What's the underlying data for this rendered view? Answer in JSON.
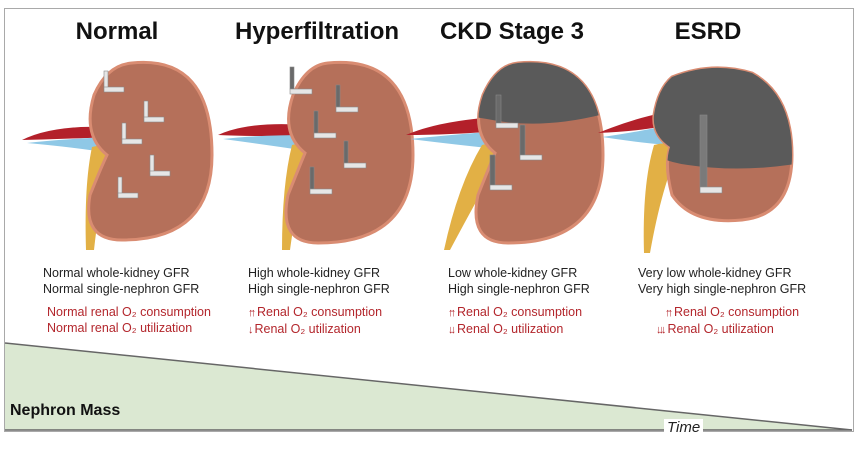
{
  "figure": {
    "stages": [
      {
        "title": "Normal",
        "gfr_lines": [
          "Normal whole-kidney GFR",
          "Normal single-nephron GFR"
        ],
        "o2_lines": [
          {
            "arrows": "",
            "text": "Normal renal O₂ consumption"
          },
          {
            "arrows": "",
            "text": "Normal renal O₂ utilization"
          }
        ],
        "nephron_count": 5,
        "fibrosis_fraction": 0
      },
      {
        "title": "Hyperfiltration",
        "gfr_lines": [
          "High whole-kidney GFR",
          "High single-nephron GFR"
        ],
        "o2_lines": [
          {
            "arrows": "↑↑",
            "text": "Renal O₂ consumption"
          },
          {
            "arrows": "↓",
            "text": "Renal O₂ utilization"
          }
        ],
        "nephron_count": 5,
        "fibrosis_fraction": 0
      },
      {
        "title": "CKD Stage 3",
        "gfr_lines": [
          "Low whole-kidney GFR",
          "High single-nephron GFR"
        ],
        "o2_lines": [
          {
            "arrows": "↑↑",
            "text": "Renal O₂ consumption"
          },
          {
            "arrows": "↓↓",
            "text": "Renal O₂ utilization"
          }
        ],
        "nephron_count": 3,
        "fibrosis_fraction": 0.35
      },
      {
        "title": "ESRD",
        "gfr_lines": [
          "Very low whole-kidney GFR",
          "Very high single-nephron GFR"
        ],
        "o2_lines": [
          {
            "arrows": "↑↑",
            "text": "Renal O₂ consumption"
          },
          {
            "arrows": "↓↓↓",
            "text": "Renal O₂ utilization"
          }
        ],
        "nephron_count": 1,
        "fibrosis_fraction": 0.7
      }
    ],
    "bottom": {
      "label": "Nephron Mass",
      "time_label": "Time"
    },
    "colors": {
      "kidney": "#b5705a",
      "kidney_edge": "#d98c72",
      "fibrosis": "#5a5a5a",
      "ureter": "#e2b045",
      "artery": "#b3202a",
      "vein": "#8fc8e6",
      "o2_text": "#b3262c",
      "mass_fill": "#dbe8d2"
    }
  }
}
